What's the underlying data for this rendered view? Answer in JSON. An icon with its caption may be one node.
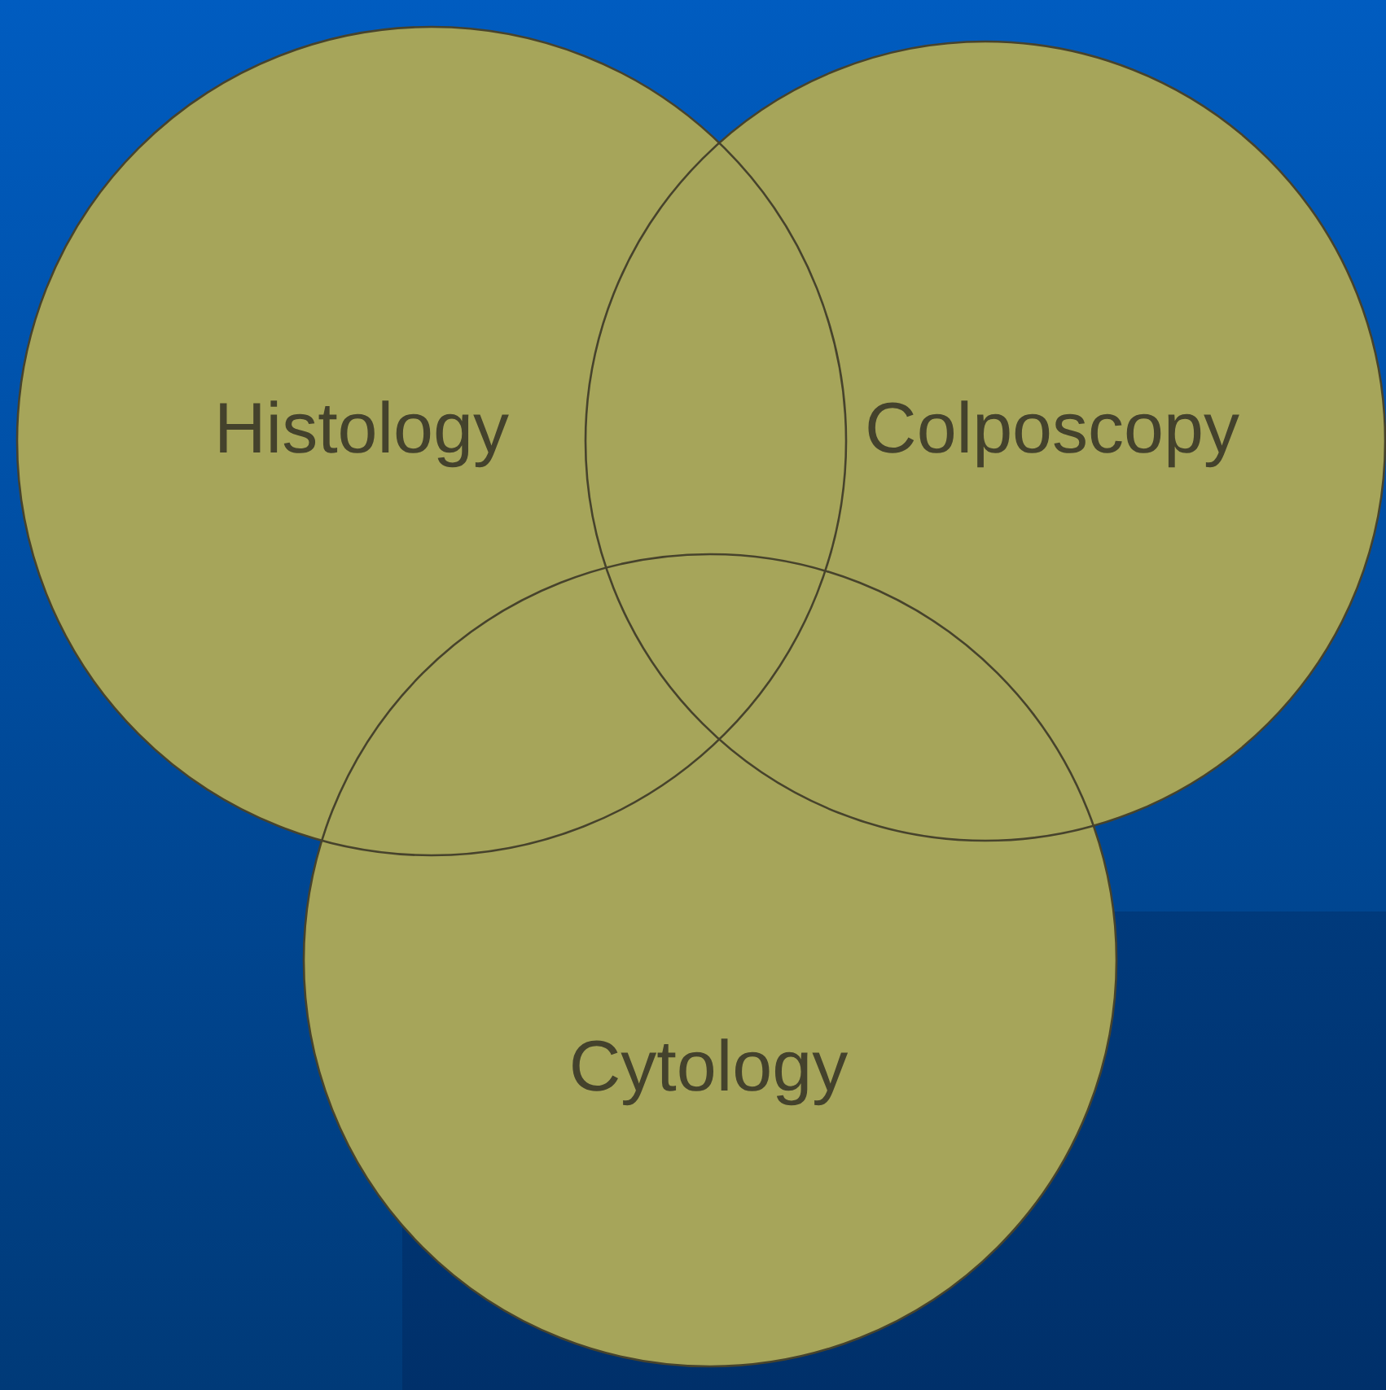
{
  "diagram": {
    "nodes": [
      {
        "text": [
          "Histology"
        ]
      },
      {
        "text": [
          "Colposcopy"
        ]
      },
      {
        "text": [
          "Cytology"
        ]
      }
    ]
  }
}
